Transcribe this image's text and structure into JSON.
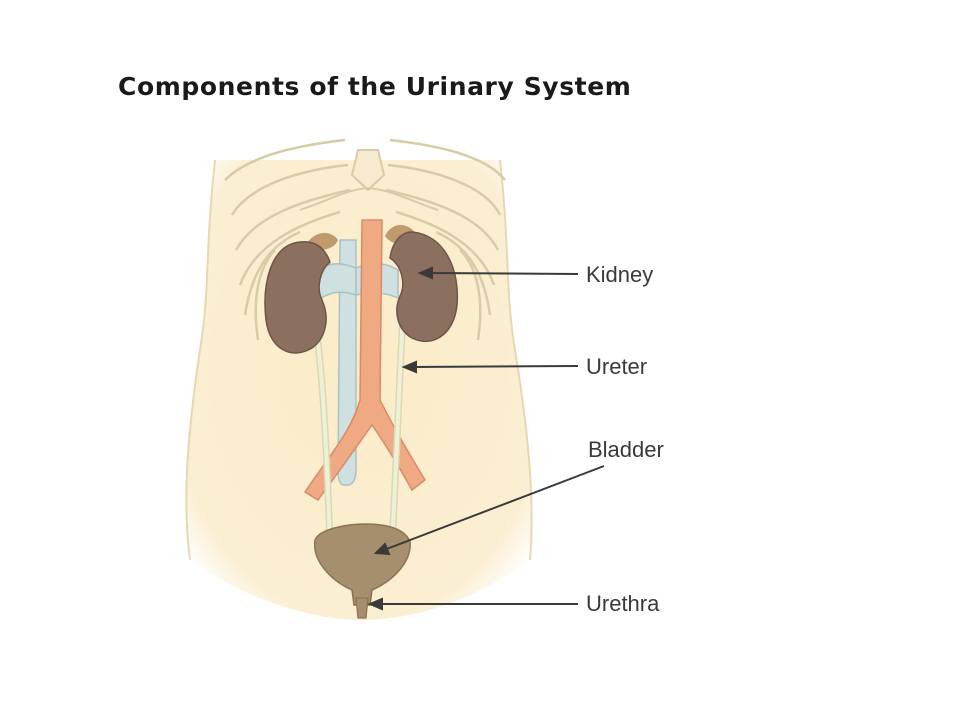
{
  "title": "Components of the Urinary System",
  "labels": {
    "kidney": "Kidney",
    "ureter": "Ureter",
    "bladder": "Bladder",
    "urethra": "Urethra"
  },
  "colors": {
    "background": "#ffffff",
    "skin": "#fbecc8",
    "outline": "#c9b98e",
    "kidney": "#8b7060",
    "adrenal": "#c19a6b",
    "aorta": "#efa983",
    "vena_cava": "#cfe0e0",
    "ureter": "#eef1d6",
    "bladder": "#a68f6e",
    "leader_line": "#3a3a3a"
  }
}
